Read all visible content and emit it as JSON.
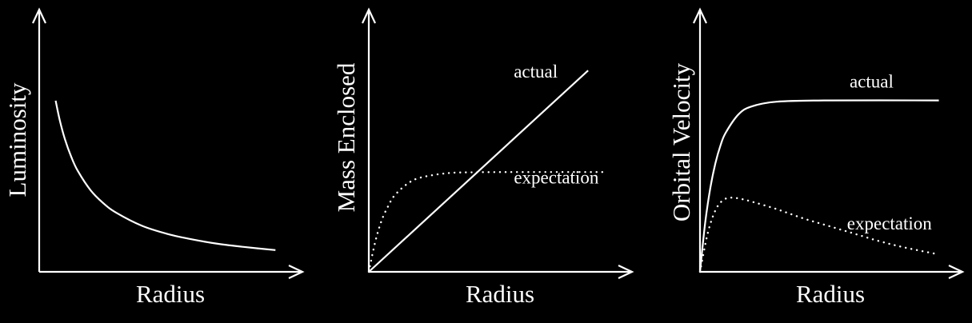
{
  "colors": {
    "background": "#000000",
    "foreground": "#ffffff"
  },
  "chart_data": [
    {
      "type": "line",
      "title": "",
      "xlabel": "Radius",
      "ylabel": "Luminosity",
      "xlim": [
        0,
        10
      ],
      "ylim": [
        0,
        10
      ],
      "grid": false,
      "series": [
        {
          "name": "luminosity",
          "style": "solid",
          "x": [
            0.64,
            0.8,
            1,
            1.25,
            1.5,
            2,
            2.5,
            3,
            4,
            5,
            6,
            7,
            8,
            9.2
          ],
          "y": [
            6.69,
            5.93,
            5.19,
            4.49,
            3.95,
            3.19,
            2.68,
            2.31,
            1.8,
            1.48,
            1.26,
            1.09,
            0.97,
            0.85
          ]
        }
      ]
    },
    {
      "type": "line",
      "title": "",
      "xlabel": "Radius",
      "ylabel": "Mass Enclosed",
      "xlim": [
        0,
        10
      ],
      "ylim": [
        0,
        10
      ],
      "grid": false,
      "series": [
        {
          "name": "actual",
          "style": "solid",
          "label_at": [
            6.5,
            7.6
          ],
          "x": [
            0,
            8.54
          ],
          "y": [
            0,
            7.87
          ]
        },
        {
          "name": "expectation",
          "style": "dotted",
          "label_at": [
            7.3,
            3.45
          ],
          "x": [
            0,
            0.25,
            0.5,
            0.75,
            1,
            1.5,
            2,
            3,
            4,
            6,
            9.1
          ],
          "y": [
            0,
            1.17,
            2.01,
            2.56,
            2.98,
            3.44,
            3.68,
            3.85,
            3.89,
            3.9,
            3.9
          ]
        }
      ]
    },
    {
      "type": "line",
      "title": "",
      "xlabel": "Radius",
      "ylabel": "Orbital Velocity",
      "xlim": [
        0,
        10
      ],
      "ylim": [
        0,
        10
      ],
      "grid": false,
      "series": [
        {
          "name": "actual",
          "style": "solid",
          "label_at": [
            6.7,
            7.2
          ],
          "x": [
            0,
            0.2,
            0.4,
            0.6,
            0.8,
            1,
            1.5,
            2,
            3,
            5,
            9.33
          ],
          "y": [
            0,
            1.9,
            3.26,
            4.24,
            4.94,
            5.43,
            6.15,
            6.46,
            6.65,
            6.7,
            6.7
          ]
        },
        {
          "name": "expectation",
          "style": "dotted",
          "label_at": [
            7.4,
            1.65
          ],
          "x": [
            0,
            0.3,
            0.6,
            0.9,
            1.22,
            1.6,
            2,
            3,
            4,
            5,
            6,
            7,
            8,
            9.33
          ],
          "y": [
            0,
            1.5,
            2.4,
            2.8,
            2.9,
            2.85,
            2.75,
            2.45,
            2.1,
            1.8,
            1.5,
            1.2,
            0.95,
            0.68
          ]
        }
      ]
    }
  ]
}
